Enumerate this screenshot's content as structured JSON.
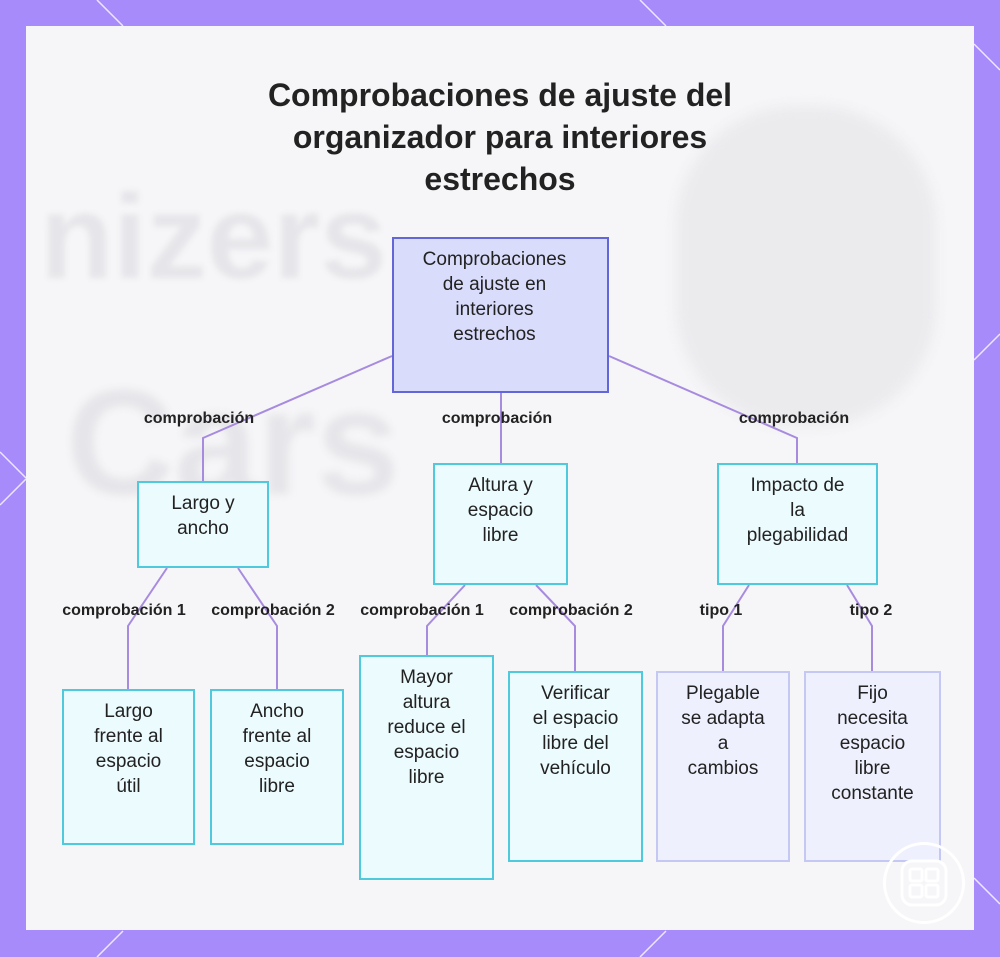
{
  "title": {
    "lines": [
      "Comprobaciones de ajuste del",
      "organizador para interiores",
      "estrechos"
    ]
  },
  "background_watermark": {
    "word1": "nizers",
    "word2": "Cars"
  },
  "nodes": {
    "root": {
      "lines": [
        "Comprobaciones",
        "de ajuste en",
        "interiores",
        "estrechos"
      ]
    },
    "largo_ancho": {
      "lines": [
        "Largo y",
        "ancho"
      ]
    },
    "altura": {
      "lines": [
        "Altura y",
        "espacio",
        "libre"
      ]
    },
    "impacto": {
      "lines": [
        "Impacto de",
        "la",
        "plegabilidad"
      ]
    },
    "largo_frente": {
      "lines": [
        "Largo",
        "frente al",
        "espacio",
        "útil"
      ]
    },
    "ancho_frente": {
      "lines": [
        "Ancho",
        "frente al",
        "espacio",
        "libre"
      ]
    },
    "mayor_altura": {
      "lines": [
        "Mayor",
        "altura",
        "reduce el",
        "espacio",
        "libre"
      ]
    },
    "verificar": {
      "lines": [
        "Verificar",
        "el espacio",
        "libre del",
        "vehículo"
      ]
    },
    "plegable": {
      "lines": [
        "Plegable",
        "se adapta",
        "a",
        "cambios"
      ]
    },
    "fijo": {
      "lines": [
        "Fijo",
        "necesita",
        "espacio",
        "libre",
        "constante"
      ]
    }
  },
  "edge_labels": {
    "root_left": "comprobación",
    "root_mid": "comprobación",
    "root_right": "comprobación",
    "la_1": "comprobación 1",
    "la_2": "comprobación 2",
    "al_1": "comprobación 1",
    "al_2": "comprobación 2",
    "im_1": "tipo 1",
    "im_2": "tipo 2"
  },
  "colors": {
    "frame": "#a78bfa",
    "edge": "#a78bdf",
    "root_fill": "#d9dcfb",
    "root_border": "#6366d9",
    "cyan_border": "#4fc9dc",
    "lavender_border": "#c4c8f2"
  }
}
